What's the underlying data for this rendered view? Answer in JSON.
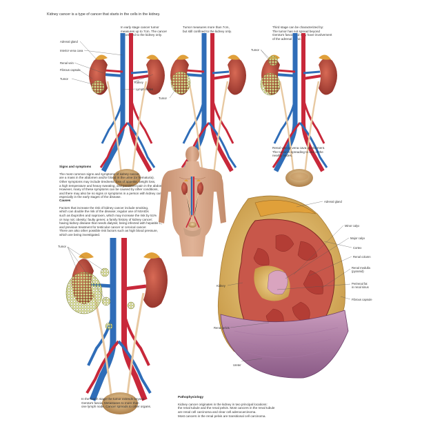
{
  "title": "Kidney cancer is a type of cancer that starts in the cells in the kidney.",
  "stage1": {
    "caption": "In early stage cancer tumor\nmeasures up to 7cm. The cancer\nis confined to the kidney only.",
    "labels": {
      "adrenal_gland": "Adrenal gland",
      "ivc": "Interior vena cava",
      "renal_vein": "Renal vein",
      "fibrous_capsule": "Fibrous capsule",
      "tumor": "Tumor",
      "kidney": "Kidney",
      "lymph_nodes": "Lymph nodes"
    }
  },
  "stage2": {
    "caption": "Tumor measures more than 7cm,\nbut still confined to the kidney only.",
    "labels": {
      "tumor": "Tumor"
    }
  },
  "stage3": {
    "caption": "Third stage can be characterized by:\nThe tumor has not spread beyond\nGerota's fascia and may have involvement\nof the adrenal gland.",
    "labels": {
      "tumor": "Tumor"
    },
    "caption2": "Renal vein or vena cava involvement.\nThe tumor is spreading to one of the\nnearby nodes."
  },
  "signs": {
    "heading": "Signs and symptoms",
    "body": "The most common signs and symptoms of kidney cancer\nare a mass in the abdomen and/or blood in the urine (or hematuria).\nOther symptoms may include tiredness, loss of appetite, weight loss,\na high temperature and heavy sweating, and persistent pain in the abdomen.\nHowever, many of these symptoms can be caused by other conditions,\nand there may also be no signs or symptoms in a person with kidney cancer,\nespecially in the early stages of the disease."
  },
  "causes": {
    "heading": "Causes",
    "body": "Factors that increase the risk of kidney cancer include smoking,\nwhich can double the risk of the disease; regular use of NSAIDs\nsuch as ibuprofen and naproxen, which may increase the risk by 51%\nor may not; obesity; faulty genes; a family history of kidney cancer;\nhaving kidney disease that needs dialysis; being infected with hepatitis C;\nand previous treatment for testicular cancer or cervical cancer.\nThere are also other possible risk factors such as high blood pressure,\nwhich are being investigated."
  },
  "stage4": {
    "caption": "In the fourth stage the tumor extends beyond\nGerota's fascia. Metastases to more than\none lymph node. Cancer spreads to other organs.",
    "labels": {
      "tumor": "Tumor"
    }
  },
  "cross_section": {
    "labels": {
      "adrenal_gland": "Adrenal gland",
      "minor_calyx": "Minor calyx",
      "major_calyx": "Major calyx",
      "cortex": "Cortex",
      "renal_column": "Renal column",
      "renal_medulla": "Renal medulla\n(pyramid)",
      "perirenal_fat": "Perirenal fat\nin renal sinus",
      "fibrous_capsule": "Fibrous capsule",
      "kidney": "Kidney",
      "renal_pelvis": "Renal pelvis",
      "ureter": "Ureter"
    }
  },
  "pathophysiology": {
    "heading": "Pathophysiology",
    "body": "Kidney cancer originates in the kidney in two principal locations:\nthe renal tubule and the renal pelvis. Most cancers in the renal tubule\nare renal cell carcinoma and clear cell adenocarcinoma.\nMost cancers in the renal pelvis are transitional cell carcinoma."
  },
  "colors": {
    "artery": "#c8283a",
    "vein": "#2f6db8",
    "kidney": "#b8453a",
    "adrenal": "#e0a03a",
    "tumor": "#c9cf7e",
    "skin": "#d9a98a",
    "bladder": "#d9b27a"
  }
}
